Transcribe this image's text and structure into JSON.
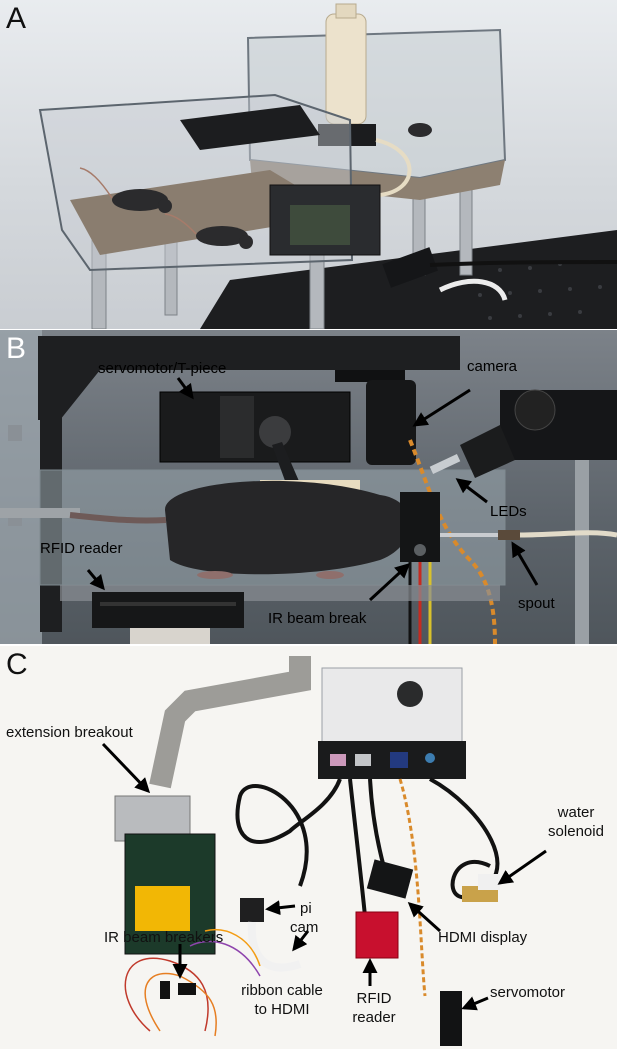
{
  "panels": {
    "a": {
      "letter": "A"
    },
    "b": {
      "letter": "B",
      "labels": {
        "servomotor": "servomotor/T-piece",
        "camera": "camera",
        "leds": "LEDs",
        "rfid": "RFID reader",
        "spout": "spout",
        "ir_beam": "IR beam break"
      }
    },
    "c": {
      "letter": "C",
      "labels": {
        "extension": "extension breakout",
        "water_1": "water",
        "water_2": "solenoid",
        "pi_1": "pi",
        "pi_2": "cam",
        "ir_breakers": "IR beam breakers",
        "ribbon_1": "ribbon cable",
        "ribbon_2": "to HDMI",
        "hdmi": "HDMI display",
        "rfid_1": "RFID",
        "rfid_2": "reader",
        "servomotor": "servomotor"
      }
    }
  },
  "colors": {
    "arrow": "#000000",
    "carbon": "#1e1f21",
    "tube_wall": "#a9b4bb",
    "mouse": "#262628",
    "floor": "#8a7d6f",
    "rfid_red": "#c8102e",
    "breakout_yellow": "#f2b705"
  }
}
